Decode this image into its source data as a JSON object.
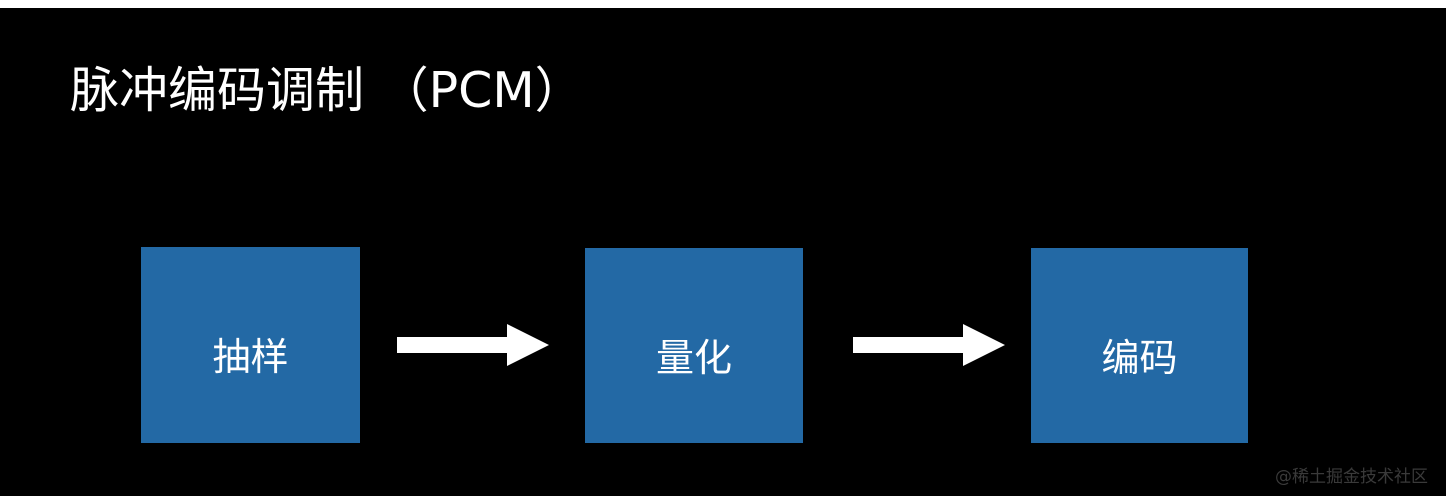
{
  "slide": {
    "background_color": "#000000",
    "title": "脉冲编码调制 （PCM）"
  },
  "diagram": {
    "type": "flow",
    "accent_color": "#2369a5",
    "arrow_color": "#ffffff",
    "stages": [
      {
        "id": "sampling",
        "label": "抽样"
      },
      {
        "id": "quantization",
        "label": "量化"
      },
      {
        "id": "encoding",
        "label": "编码"
      }
    ],
    "connectors": [
      {
        "id": "arrow-1",
        "icon": "arrow-right-icon",
        "from": "sampling",
        "to": "quantization"
      },
      {
        "id": "arrow-2",
        "icon": "arrow-right-icon",
        "from": "quantization",
        "to": "encoding"
      }
    ]
  },
  "watermark": {
    "text": "@稀土掘金技术社区",
    "color": "#3a3a3a"
  }
}
